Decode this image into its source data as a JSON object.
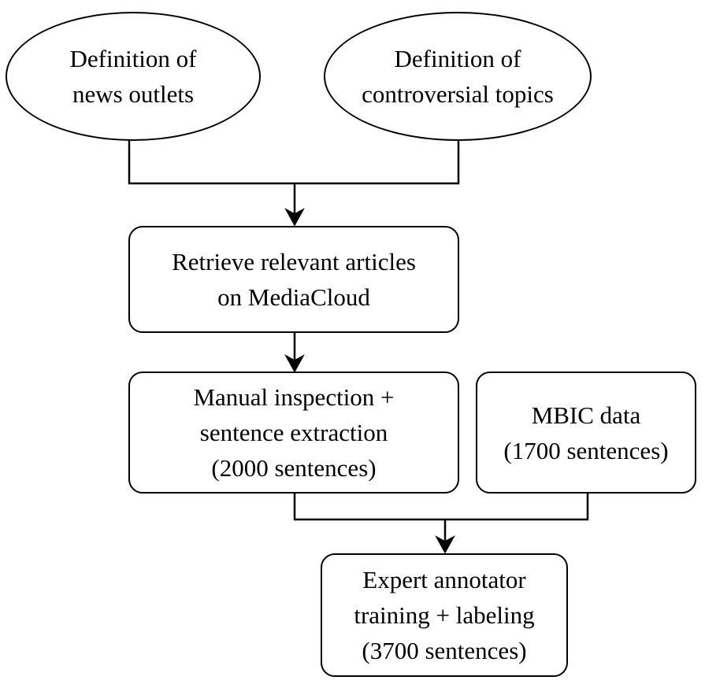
{
  "nodes": {
    "outlets": {
      "lines": [
        "Definition of",
        "news outlets"
      ]
    },
    "topics": {
      "lines": [
        "Definition of",
        "controversial topics"
      ]
    },
    "retrieve": {
      "lines": [
        "Retrieve relevant articles",
        "on MediaCloud"
      ]
    },
    "manual": {
      "lines": [
        "Manual inspection +",
        "sentence extraction",
        "(2000 sentences)"
      ]
    },
    "mbic": {
      "lines": [
        "MBIC data",
        "(1700 sentences)"
      ]
    },
    "expert": {
      "lines": [
        "Expert annotator",
        "training + labeling",
        "(3700 sentences)"
      ]
    }
  },
  "colors": {
    "stroke": "#000000",
    "fill": "#ffffff",
    "text": "#000000"
  }
}
